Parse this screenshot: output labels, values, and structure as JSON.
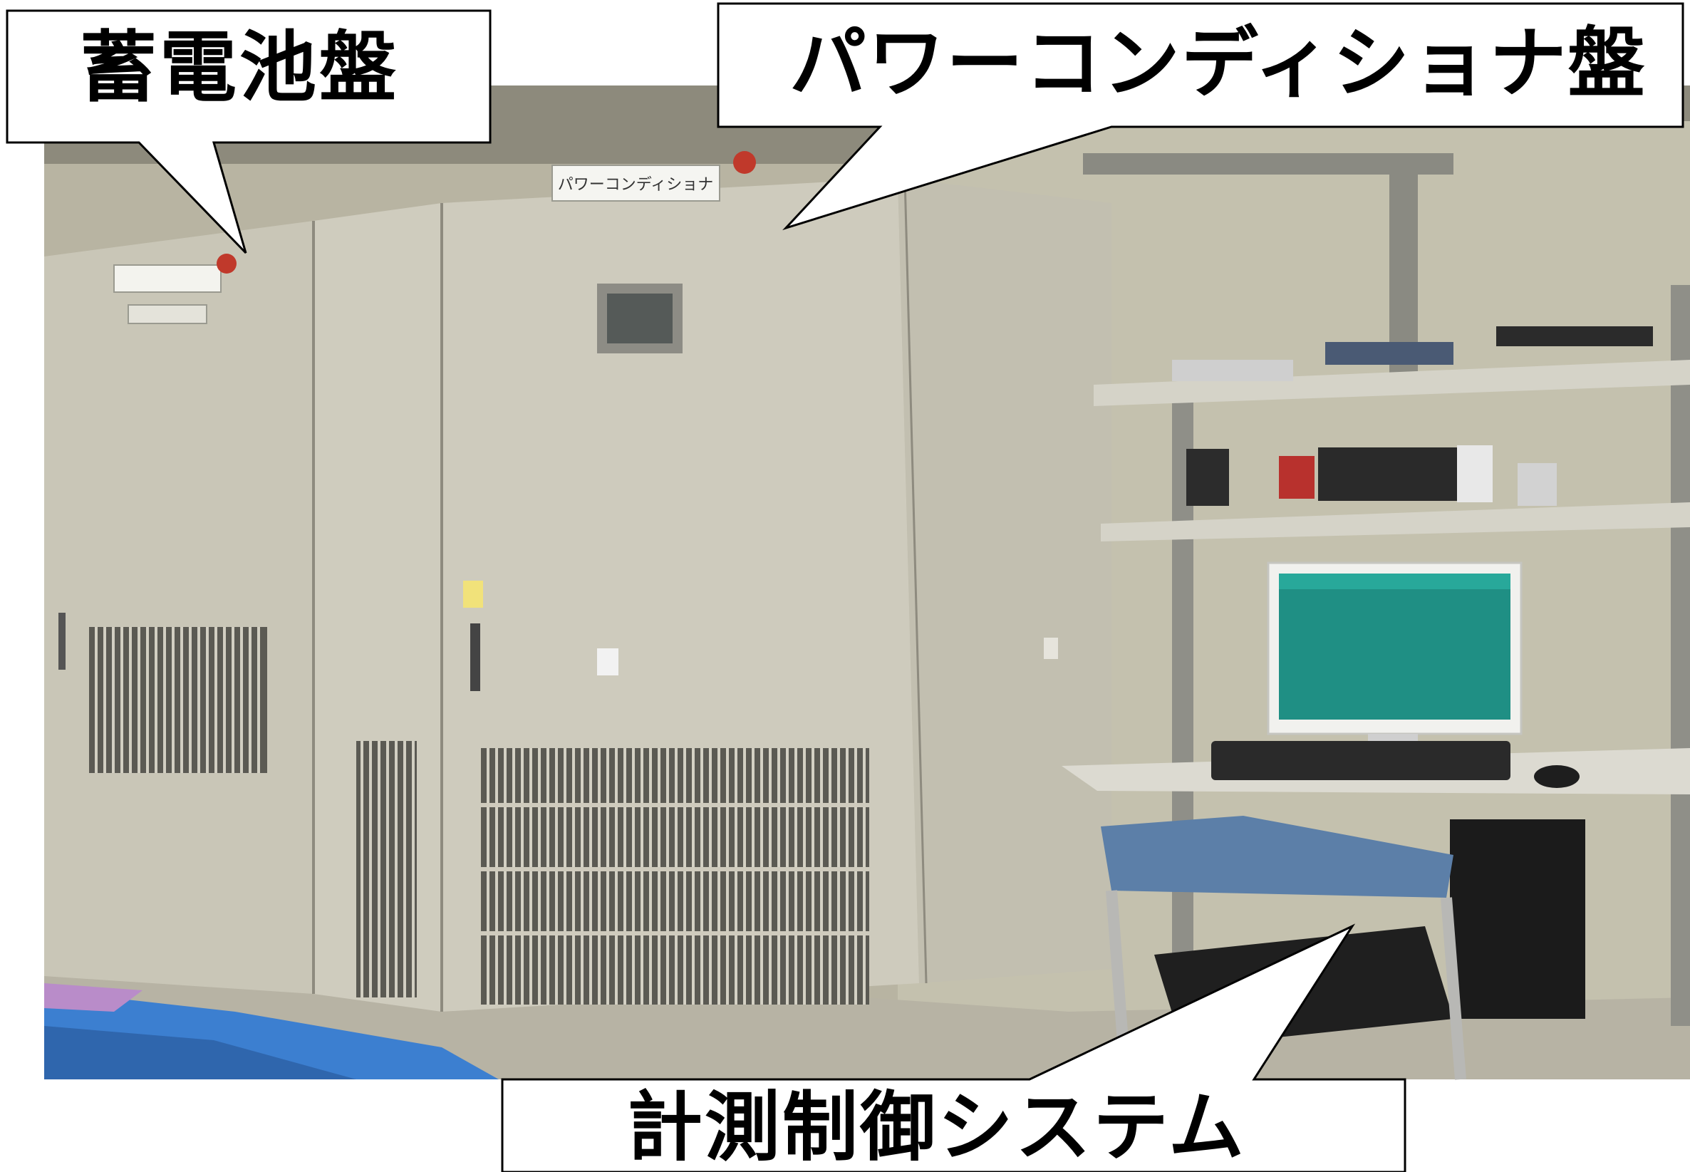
{
  "callouts": {
    "battery_panel": "蓄電池盤",
    "power_conditioner_panel": "パワーコンディショナ盤",
    "control_system": "計測制御システム"
  },
  "photo_labels": {
    "pcs_nameplate": "パワーコンディショナ"
  },
  "colors": {
    "cabinet": "#c9c6b7",
    "wall": "#b9b6a4",
    "screen": "#1f8f84",
    "floor_tarp": "#3c7fd0"
  }
}
